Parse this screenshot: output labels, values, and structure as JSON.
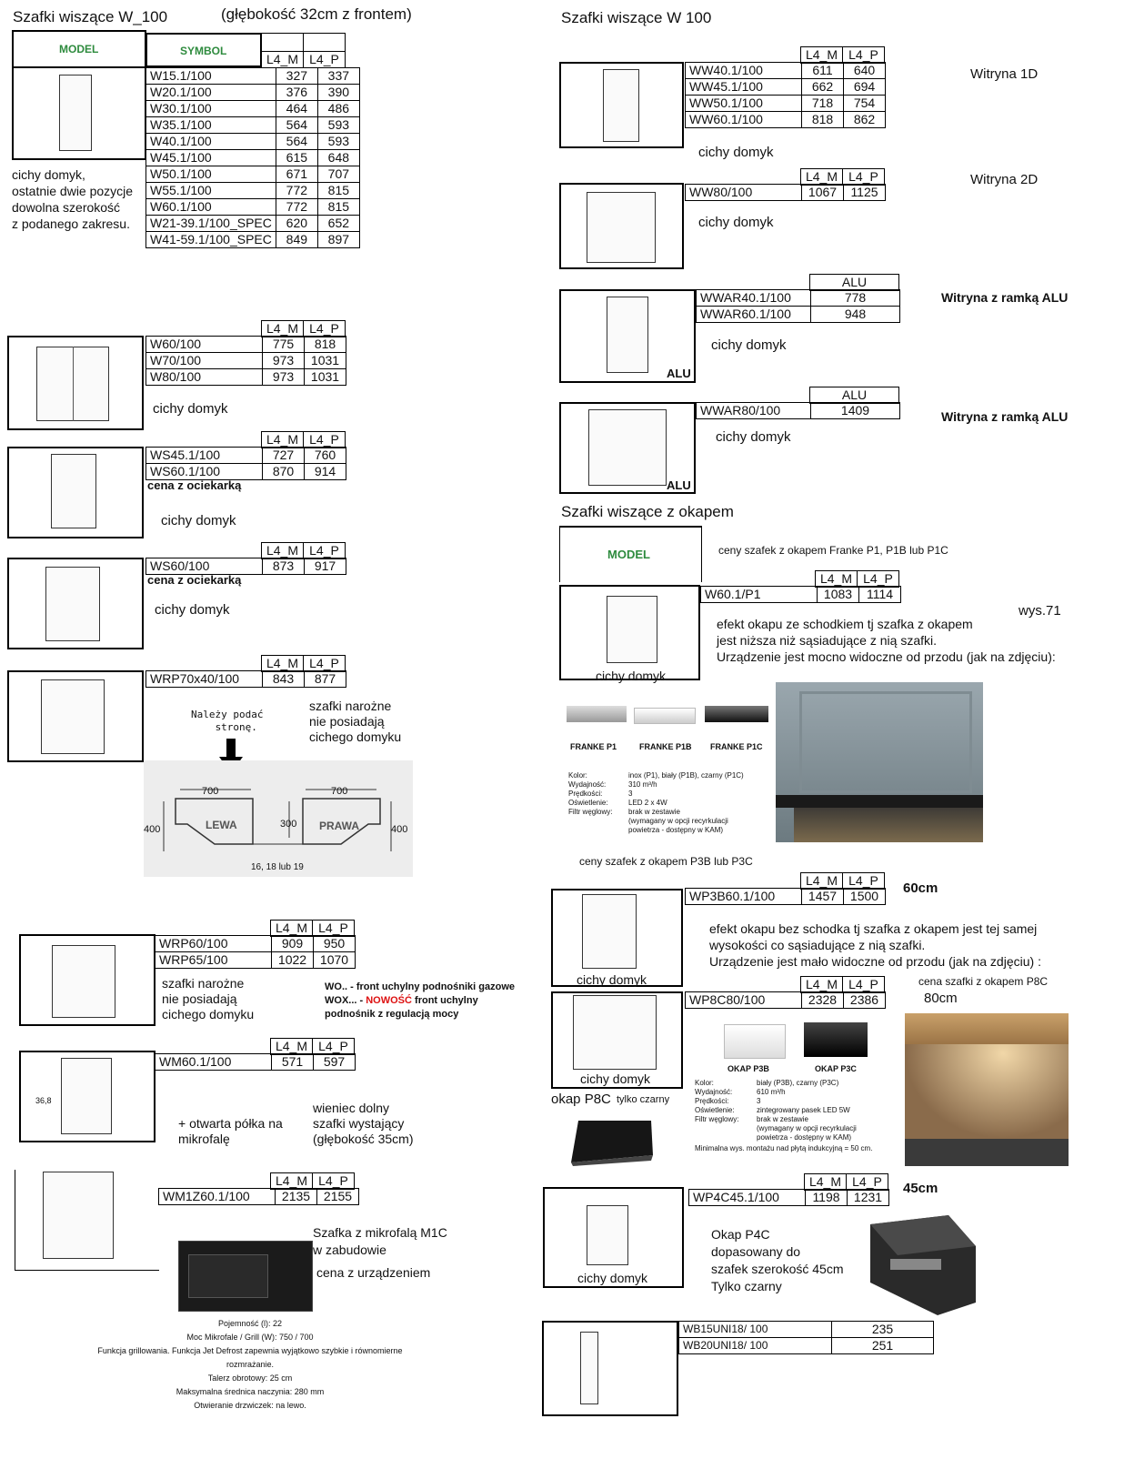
{
  "header": {
    "left_title": "Szafki wiszące W_100",
    "left_subtitle": "(głębokość 32cm z frontem)",
    "right_title": "Szafki wiszące W  100"
  },
  "col_m": "L4_M",
  "col_p": "L4_P",
  "col_alu": "ALU",
  "model_label": "MODEL",
  "symbol_label": "SYMBOL",
  "quiet": "cichy domyk",
  "w100": {
    "rows": [
      {
        "code": "W15.1/100",
        "m": "327",
        "p": "337"
      },
      {
        "code": "W20.1/100",
        "m": "376",
        "p": "390"
      },
      {
        "code": "W30.1/100",
        "m": "464",
        "p": "486"
      },
      {
        "code": "W35.1/100",
        "m": "564",
        "p": "593"
      },
      {
        "code": "W40.1/100",
        "m": "564",
        "p": "593"
      },
      {
        "code": "W45.1/100",
        "m": "615",
        "p": "648"
      },
      {
        "code": "W50.1/100",
        "m": "671",
        "p": "707"
      },
      {
        "code": "W55.1/100",
        "m": "772",
        "p": "815"
      },
      {
        "code": "W60.1/100",
        "m": "772",
        "p": "815"
      },
      {
        "code": "W21-39.1/100_SPEC",
        "m": "620",
        "p": "652"
      },
      {
        "code": "W41-59.1/100_SPEC",
        "m": "849",
        "p": "897"
      }
    ],
    "note": [
      "cichy domyk,",
      "ostatnie dwie pozycje",
      "dowolna szerokość",
      "z podanego zakresu."
    ]
  },
  "w60": {
    "rows": [
      {
        "code": "W60/100",
        "m": "775",
        "p": "818"
      },
      {
        "code": "W70/100",
        "m": "973",
        "p": "1031"
      },
      {
        "code": "W80/100",
        "m": "973",
        "p": "1031"
      }
    ]
  },
  "ws45": {
    "rows": [
      {
        "code": "WS45.1/100",
        "m": "727",
        "p": "760"
      },
      {
        "code": "WS60.1/100",
        "m": "870",
        "p": "914"
      }
    ],
    "note": "cena z ociekarką"
  },
  "ws60": {
    "rows": [
      {
        "code": "WS60/100",
        "m": "873",
        "p": "917"
      }
    ],
    "note": "cena z ociekarką"
  },
  "wrp70": {
    "rows": [
      {
        "code": "WRP70x40/100",
        "m": "843",
        "p": "877"
      }
    ],
    "side_note": [
      "Należy podać",
      "stronę."
    ],
    "corner_note": [
      "szafki narożne",
      "nie posiadają",
      "cichego domyku"
    ],
    "dims": {
      "w_left": "700",
      "w_right": "700",
      "h_left": "400",
      "h_right": "400",
      "mid": "300",
      "bottom": "16, 18 lub 19",
      "left_label": "LEWA",
      "right_label": "PRAWA"
    }
  },
  "wrp60": {
    "rows": [
      {
        "code": "WRP60/100",
        "m": "909",
        "p": "950"
      },
      {
        "code": "WRP65/100",
        "m": "1022",
        "p": "1070"
      }
    ],
    "note": [
      "szafki narożne",
      "nie posiadają",
      "cichego domyku"
    ],
    "wo_line1": "WO..  - front uchylny podnośniki gazowe",
    "wox_prefix": "WOX...   - ",
    "wox_new": "NOWOŚĆ",
    "wox_rest": " front uchylny",
    "wox_line2": "podnośnik z regulacją mocy"
  },
  "wm60": {
    "rows": [
      {
        "code": "WM60.1/100",
        "m": "571",
        "p": "597"
      }
    ],
    "dim": "36,8",
    "note1": [
      "+ otwarta półka na",
      "mikrofalę"
    ],
    "note2": [
      "wieniec dolny",
      "szafki wystający",
      "(głębokość 35cm)"
    ]
  },
  "wm1z": {
    "rows": [
      {
        "code": "WM1Z60.1/100",
        "m": "2135",
        "p": "2155"
      }
    ],
    "note": [
      "Szafka z mikrofalą M1C",
      "w zabudowie"
    ],
    "price_note": "cena z urządzeniem",
    "specs": [
      "Pojemność (l): 22",
      "Moc Mikrofale / Grill (W): 750 / 700",
      "Funkcja grillowania. Funkcja Jet Defrost zapewnia wyjątkowo szybkie i równomierne",
      "rozmrażanie.",
      "Talerz obrotowy: 25 cm",
      "Maksymalna średnica naczynia: 280 mm",
      "Otwieranie drzwiczek: na lewo."
    ]
  },
  "ww40": {
    "rows": [
      {
        "code": "WW40.1/100",
        "m": "611",
        "p": "640"
      },
      {
        "code": "WW45.1/100",
        "m": "662",
        "p": "694"
      },
      {
        "code": "WW50.1/100",
        "m": "718",
        "p": "754"
      },
      {
        "code": "WW60.1/100",
        "m": "818",
        "p": "862"
      }
    ],
    "label": "Witryna 1D"
  },
  "ww80": {
    "rows": [
      {
        "code": "WW80/100",
        "m": "1067",
        "p": "1125"
      }
    ],
    "label": "Witryna 2D"
  },
  "wwar40": {
    "rows": [
      {
        "code": "WWAR40.1/100",
        "v": "778"
      },
      {
        "code": "WWAR60.1/100",
        "v": "948"
      }
    ],
    "label": "Witryna z ramką ALU"
  },
  "wwar80": {
    "rows": [
      {
        "code": "WWAR80/100",
        "v": "1409"
      }
    ],
    "label": "Witryna z ramką ALU"
  },
  "okap": {
    "title": "Szafki wiszące z okapem",
    "franke_note": "ceny szafek z okapem Franke P1, P1B lub P1C",
    "w60p1": {
      "rows": [
        {
          "code": "W60.1/P1",
          "m": "1083",
          "p": "1114"
        }
      ]
    },
    "height": "wys.71",
    "effect1": [
      "efekt okapu ze schodkiem tj szafka z okapem",
      "jest niższa niż sąsiadujące z nią szafki.",
      "Urządzenie jest mocno widoczne od przodu (jak na zdjęciu):"
    ],
    "franke_names": [
      "FRANKE P1",
      "FRANKE P1B",
      "FRANKE P1C"
    ],
    "franke_specs_labels": [
      "Kolor:",
      "Wydajność:",
      "Prędkości:",
      "Oświetlenie:",
      "Filtr węglowy:",
      "",
      ""
    ],
    "franke_specs_values": [
      "inox (P1), biały (P1B), czarny (P1C)",
      "310 m³/h",
      "3",
      "LED 2 x 4W",
      "brak w zestawie",
      "(wymagany w opcji recyrkulacji",
      "powietrza - dostępny w KAM)"
    ],
    "p3_note": "ceny szafek z okapem P3B lub P3C",
    "wp3b": {
      "rows": [
        {
          "code": "WP3B60.1/100",
          "m": "1457",
          "p": "1500"
        }
      ]
    },
    "size60": "60cm",
    "effect2": [
      "efekt okapu bez schodka tj szafka z okapem jest tej samej",
      "wysokości co sąsiadujące z nią szafki.",
      "Urządzenie jest mało widoczne od przodu (jak na zdjęciu) :"
    ],
    "wp8c": {
      "rows": [
        {
          "code": "WP8C80/100",
          "m": "2328",
          "p": "2386"
        }
      ]
    },
    "p8c_note": "cena szafki z okapem P8C",
    "size80": "80cm",
    "p3_names": [
      "OKAP P3B",
      "OKAP P3C"
    ],
    "p3_specs_labels": [
      "Kolor:",
      "Wydajność:",
      "Prędkości:",
      "Oświetlenie:",
      "Filtr węglowy:",
      "",
      ""
    ],
    "p3_specs_values": [
      "biały (P3B), czarny (P3C)",
      "610 m³/h",
      "3",
      "zintegrowany pasek LED 5W",
      "brak w zestawie",
      "(wymagany w opcji recyrkulacji",
      "powietrza - dostępny w KAM)"
    ],
    "p3_min": "Minimalna wys. montażu nad płytą indukcyjną = 50 cm.",
    "p8c_label": "okap P8C",
    "p8c_black": "tylko czarny",
    "wp4c": {
      "rows": [
        {
          "code": "WP4C45.1/100",
          "m": "1198",
          "p": "1231"
        }
      ]
    },
    "size45": "45cm",
    "p4c_note": [
      "Okap P4C",
      "dopasowany do",
      "szafek szerokość 45cm",
      "Tylko czarny"
    ]
  },
  "wb": {
    "rows": [
      {
        "code": "WB15UNI18/ 100",
        "v": "235"
      },
      {
        "code": "WB20UNI18/ 100",
        "v": "251"
      }
    ]
  }
}
